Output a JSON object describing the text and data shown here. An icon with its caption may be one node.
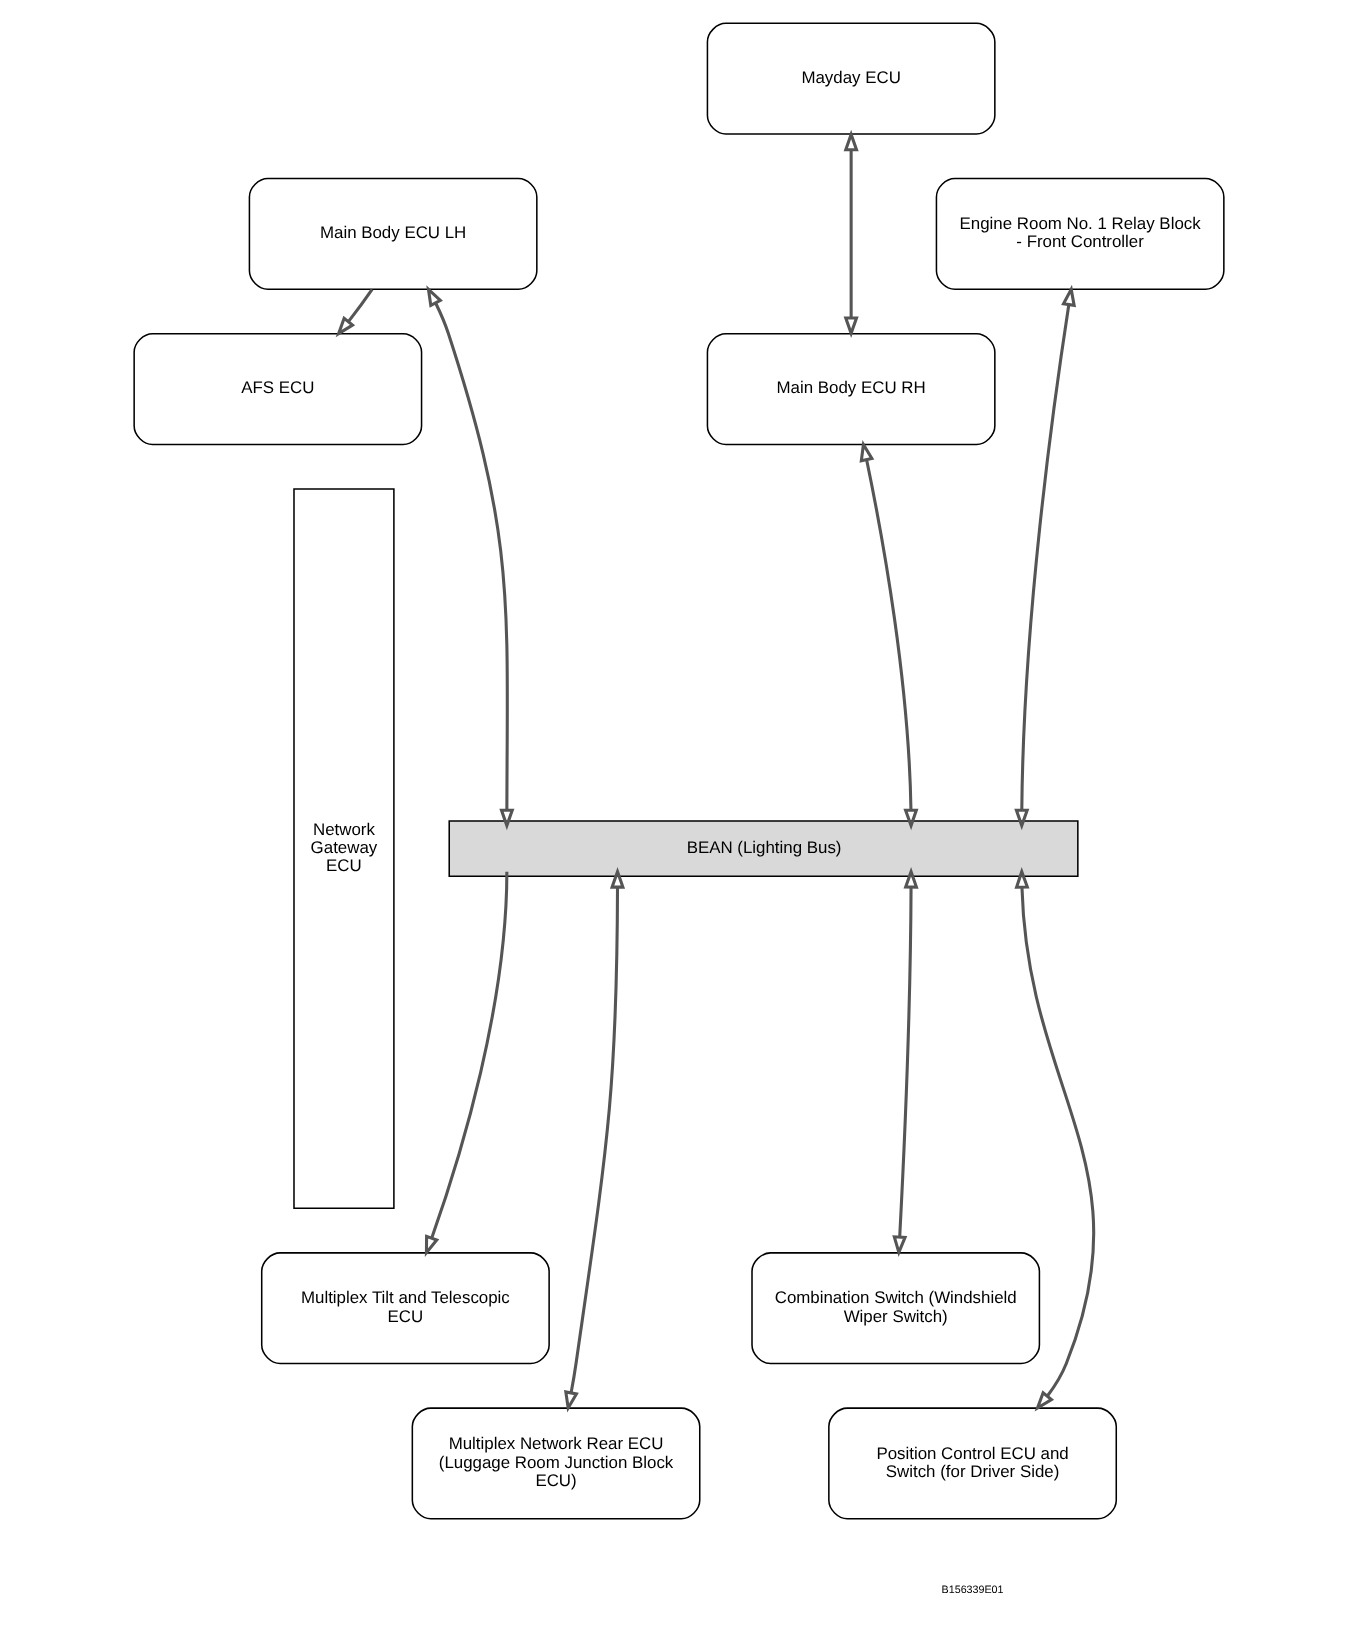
{
  "diagram": {
    "nodes": [
      {
        "text": [
          "Mayday ECU"
        ]
      },
      {
        "text": [
          "Main Body ECU LH"
        ]
      },
      {
        "text": [
          "Engine Room No. 1 Relay Block",
          "- Front Controller"
        ]
      },
      {
        "text": [
          "AFS ECU"
        ]
      },
      {
        "text": [
          "Main Body ECU RH"
        ]
      },
      {
        "text": [
          "Network Gateway ECU"
        ]
      },
      {
        "text": [
          "BEAN (Lighting Bus)"
        ]
      },
      {
        "text": [
          "Multiplex Tilt and Telescopic ECU"
        ]
      },
      {
        "text": [
          "Combination Switch (Windshield Wiper Switch)"
        ]
      },
      {
        "text": [
          "Multiplex Network Rear ECU (Luggage Room Junction Block ECU)"
        ]
      },
      {
        "text": [
          "Position Control ECU and Switch (for Driver Side)"
        ]
      }
    ],
    "edges": [
      {
        "from": 1,
        "to": 3,
        "arrow": "to"
      },
      {
        "from": 0,
        "to": 4,
        "arrow": "both"
      },
      {
        "from": 1,
        "to": 6,
        "arrow": "both"
      },
      {
        "from": 2,
        "to": 6,
        "arrow": "both"
      },
      {
        "from": 4,
        "to": 6,
        "arrow": "both"
      },
      {
        "from": 6,
        "to": 7,
        "arrow": "to"
      },
      {
        "from": 6,
        "to": 8,
        "arrow": "both"
      },
      {
        "from": 6,
        "to": 9,
        "arrow": "both"
      },
      {
        "from": 6,
        "to": 10,
        "arrow": "both"
      }
    ],
    "labels": [
      "B156339E01"
    ]
  }
}
